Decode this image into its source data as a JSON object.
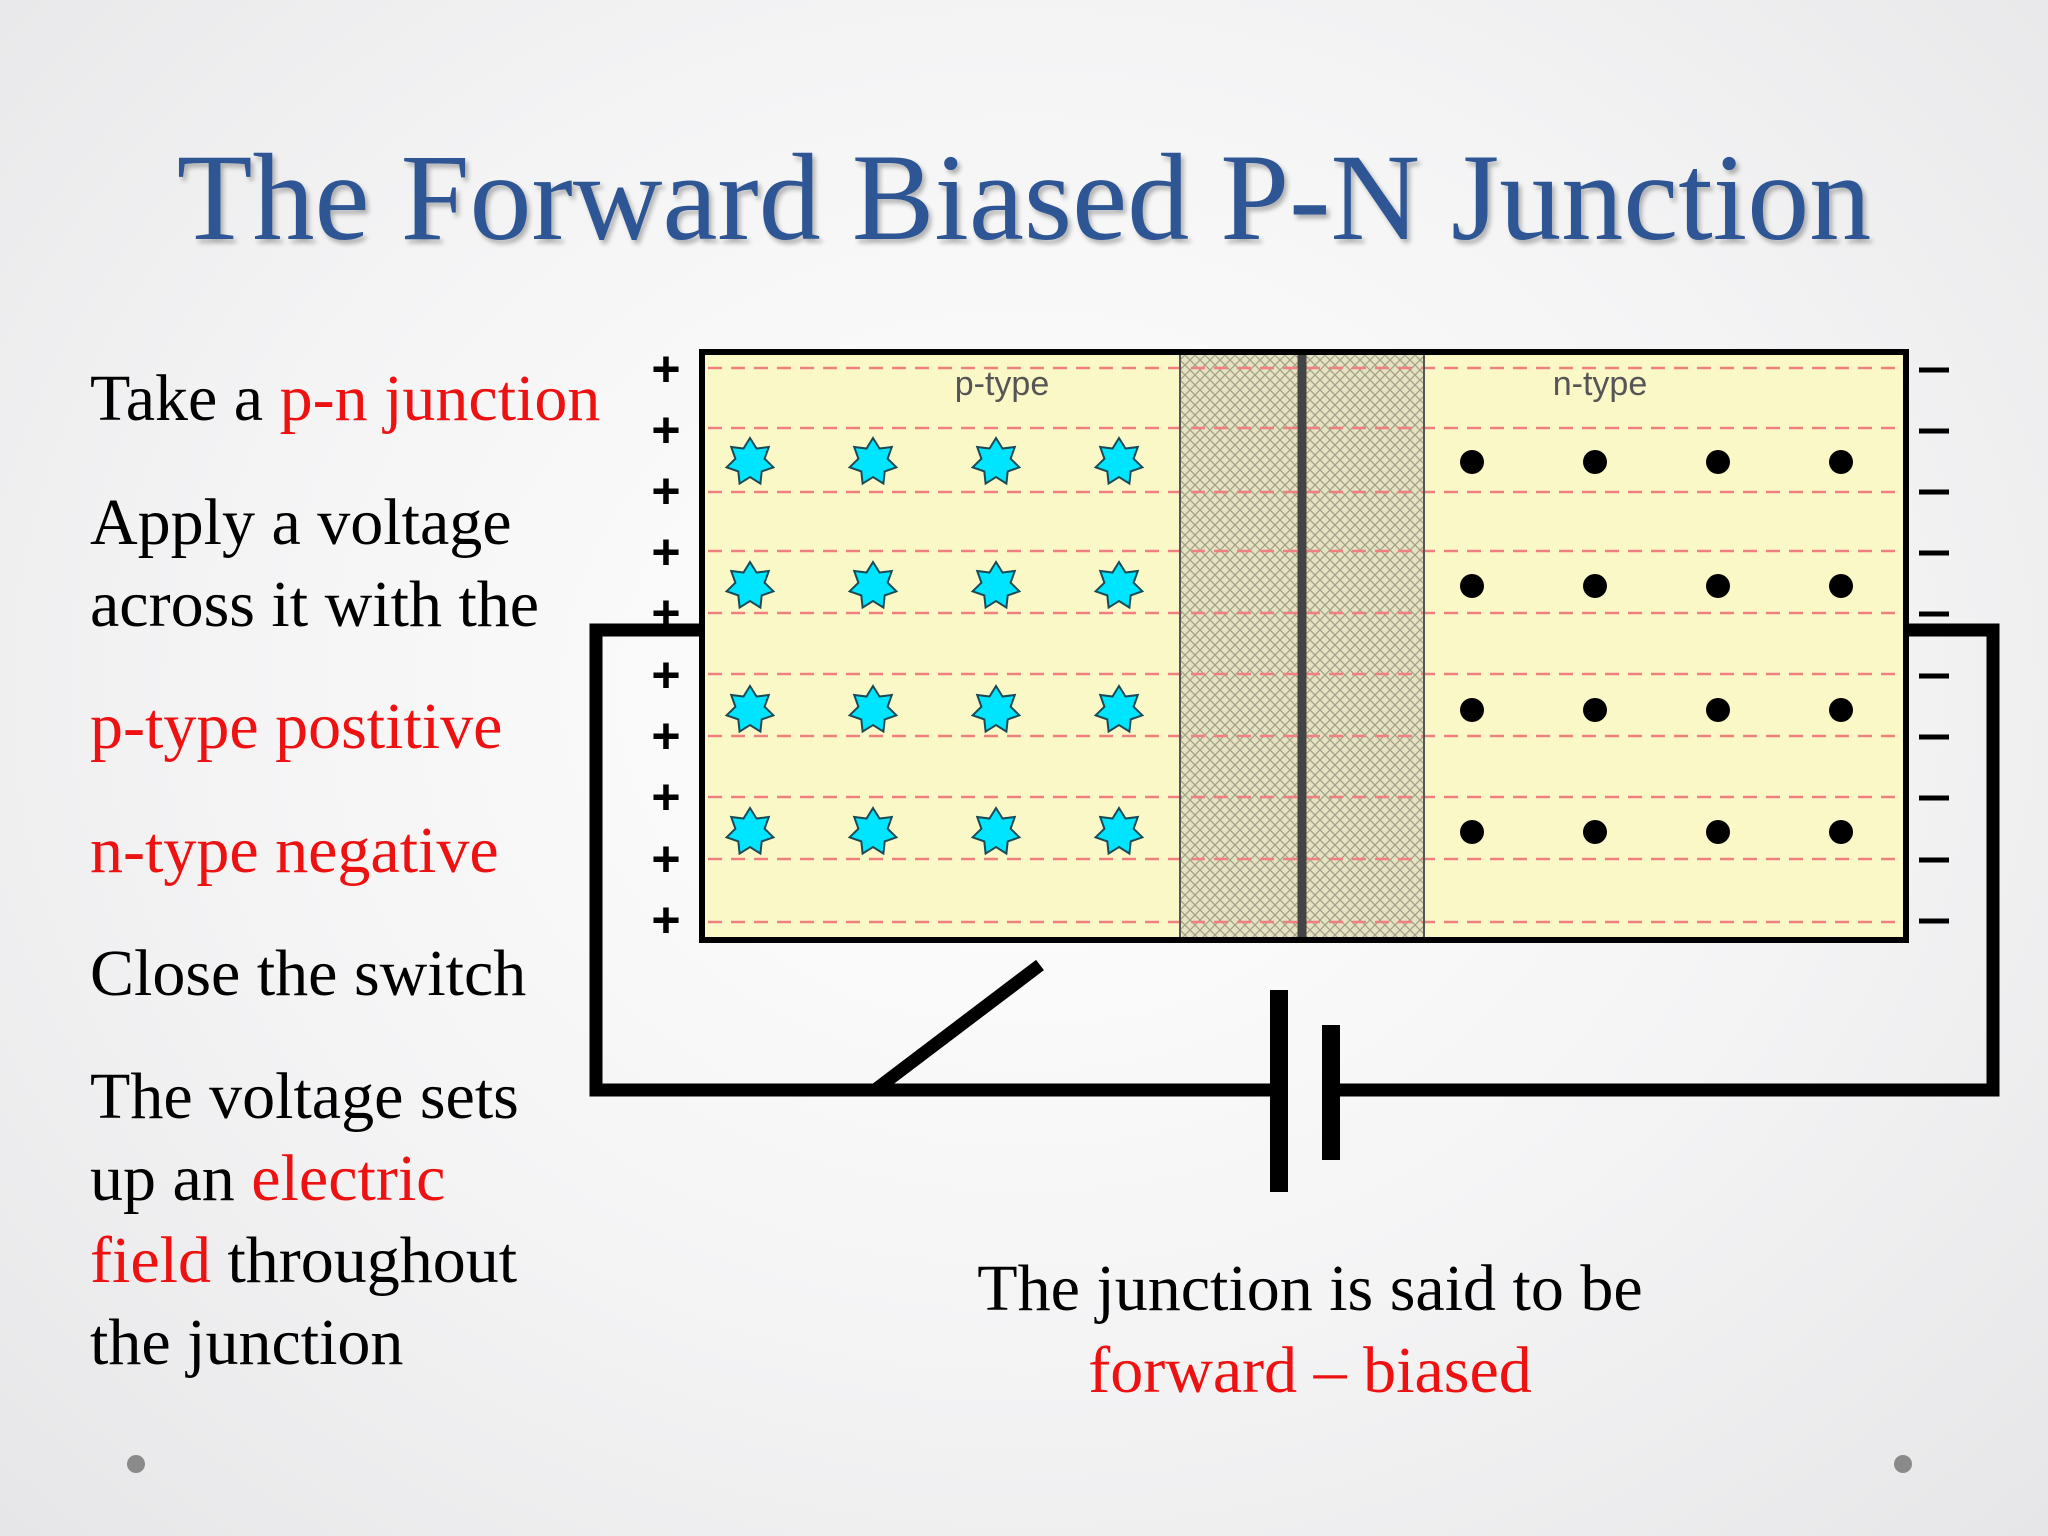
{
  "title": "The Forward Biased P-N Junction",
  "bullets": [
    {
      "parts": [
        {
          "text": "Take a ",
          "red": false
        },
        {
          "text": "p-n junction",
          "red": true
        }
      ]
    },
    {
      "parts": [
        {
          "text": "Apply a voltage",
          "red": false
        }
      ]
    },
    {
      "parts": [
        {
          "text": "across it with the",
          "red": false
        }
      ]
    },
    {
      "parts": [
        {
          "text": "p-type postitive",
          "red": true
        }
      ]
    },
    {
      "parts": [
        {
          "text": "n-type negative",
          "red": true
        }
      ]
    },
    {
      "parts": [
        {
          "text": "Close the switch",
          "red": false
        }
      ]
    },
    {
      "parts": [
        {
          "text": "The voltage sets",
          "red": false
        }
      ]
    },
    {
      "parts": [
        {
          "text": "up an ",
          "red": false
        },
        {
          "text": "electric",
          "red": true
        }
      ]
    },
    {
      "parts": [
        {
          "text": "field",
          "red": true
        },
        {
          "text": " throughout",
          "red": false
        }
      ]
    },
    {
      "parts": [
        {
          "text": "the junction",
          "red": false
        }
      ]
    }
  ],
  "diagram": {
    "p_label": "p-type",
    "n_label": "n-type",
    "plus_sign": "+",
    "minus_sign": "−",
    "region_fill": "#fbf8c8",
    "dashed_line_color": "#f08080",
    "hole_color": "#00e5ff"
  },
  "caption": {
    "line1": "The junction is said to be",
    "line2": "forward – biased"
  },
  "colors": {
    "title": "#2f5694",
    "emphasis": "#ee1111"
  }
}
